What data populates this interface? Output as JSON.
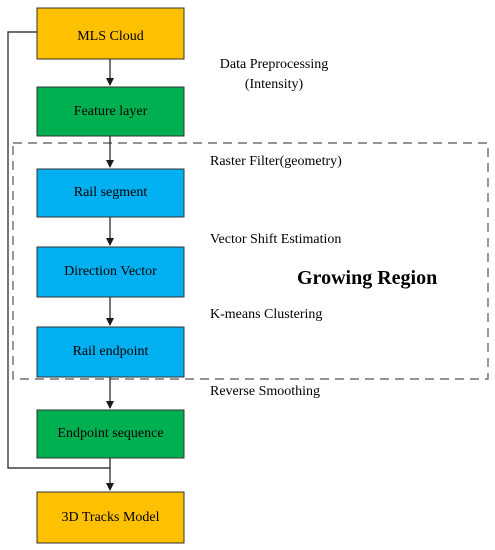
{
  "colors": {
    "orange": "#FFC000",
    "green": "#00B050",
    "blue": "#00B0F0",
    "line": "#1a1a1a"
  },
  "nodes": {
    "mls_cloud": "MLS Cloud",
    "feature_layer": "Feature layer",
    "rail_segment": "Rail segment",
    "direction_vector": "Direction Vector",
    "rail_endpoint": "Rail endpoint",
    "endpoint_sequence": "Endpoint sequence",
    "tracks_model": "3D Tracks Model"
  },
  "labels": {
    "data_preprocessing": "Data Preprocessing",
    "intensity": "(Intensity)",
    "raster_filter": "Raster Filter(geometry)",
    "vector_shift": "Vector Shift Estimation",
    "kmeans": "K-means Clustering",
    "reverse_smoothing": "Reverse Smoothing"
  },
  "region": {
    "title": "Growing Region"
  }
}
